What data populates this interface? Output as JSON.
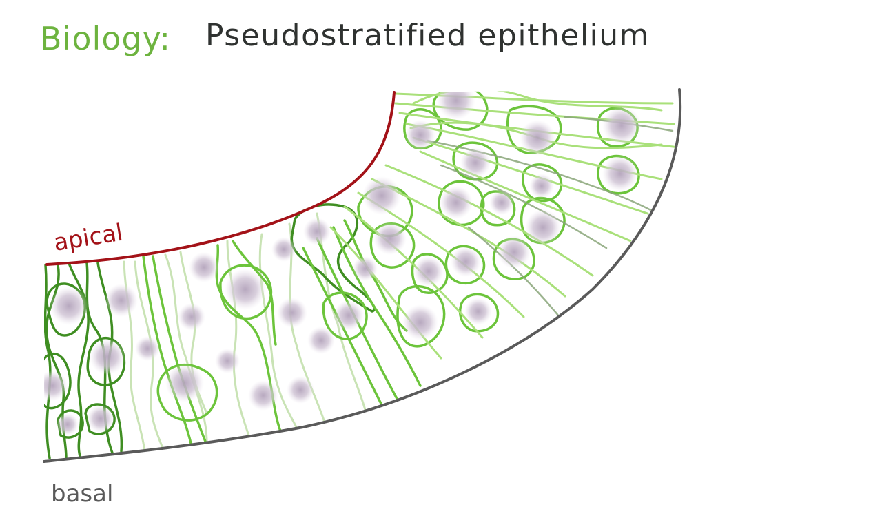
{
  "title": {
    "subject": "Biology:",
    "topic": "Pseudostratified epithelium"
  },
  "labels": {
    "apical": "apical",
    "basal": "basal"
  },
  "colors": {
    "subject": "#6db33f",
    "topic": "#2f3230",
    "apical": "#a31218",
    "basal": "#5a5a5a",
    "membrane_dark": "#3f8e22",
    "membrane_mid": "#6cc43b",
    "membrane_light": "#a9e07a",
    "membrane_pale": "#c9e3b5",
    "membrane_grey": "#8aa67a",
    "nucleus": "#cbbfd0",
    "nucleus_core": "#b7a8be",
    "background": "#ffffff"
  }
}
